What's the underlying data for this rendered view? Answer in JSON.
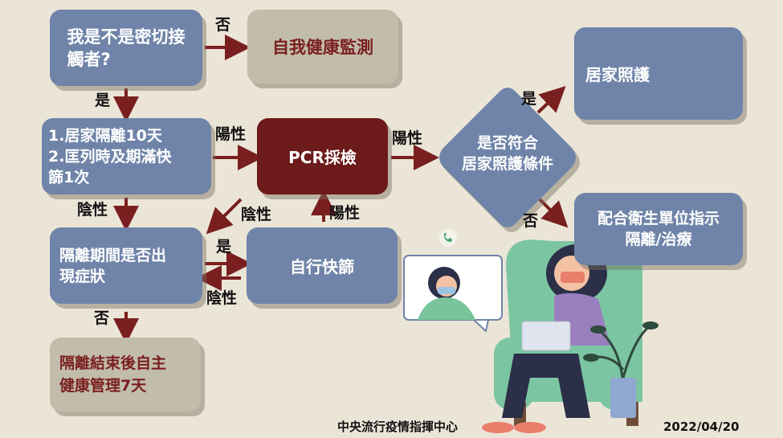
{
  "nodes": {
    "contact_check": "我是不是密切接\n觸者?",
    "self_monitor": "自我健康監測",
    "quarantine": "1.居家隔離10天\n2.匡列時及期滿快\n   篩1次",
    "pcr": "PCR採檢",
    "home_care_check": "是否符合\n居家照護條件",
    "home_care": "居家照護",
    "health_unit": "配合衛生單位指示\n隔離/治療",
    "symptoms_check": "隔離期間是否出\n現症狀",
    "self_test": "自行快篩",
    "end_quarantine": "隔離結束後自主\n健康管理7天"
  },
  "edge_labels": {
    "no_1": "否",
    "yes_1": "是",
    "positive_1": "陽性",
    "positive_2": "陽性",
    "negative_1": "陰性",
    "negative_2": "陰性",
    "positive_3": "陽性",
    "yes_2": "是",
    "no_2": "否",
    "yes_3": "是",
    "negative_3": "陰性",
    "no_3": "否"
  },
  "footer": {
    "org": "中央流行疫情指揮中心",
    "date": "2022/04/20"
  },
  "colors": {
    "blue_box": "#6f84a8",
    "gray_box": "#c2bcab",
    "dark_red_box": "#6d1a1a",
    "arrow": "#7a1f1f",
    "background": "#ebe5d8"
  }
}
